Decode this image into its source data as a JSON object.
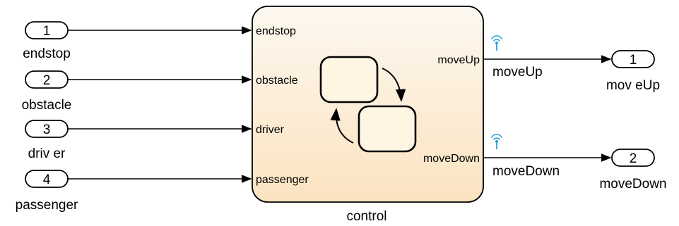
{
  "inports": [
    {
      "number": "1",
      "name": "endstop"
    },
    {
      "number": "2",
      "name": "obstacle"
    },
    {
      "number": "3",
      "name": "driv er"
    },
    {
      "number": "4",
      "name": "passenger"
    }
  ],
  "chart": {
    "name": "control",
    "inputs": [
      "endstop",
      "obstacle",
      "driver",
      "passenger"
    ],
    "outputs": [
      "moveUp",
      "moveDown"
    ]
  },
  "signals": [
    "moveUp",
    "moveDown"
  ],
  "outports": [
    {
      "number": "1",
      "name": "mov eUp"
    },
    {
      "number": "2",
      "name": "moveDown"
    }
  ],
  "colors": {
    "chart_fill_top": "#fdf7ee",
    "chart_fill_bottom": "#fbe4c2",
    "state_fill": "#fff5e3",
    "logging_icon": "#2aa0d8"
  },
  "icons": {
    "signal_logging": "wifi-antenna-icon",
    "transition_arrow": "curved-arrow-icon"
  }
}
